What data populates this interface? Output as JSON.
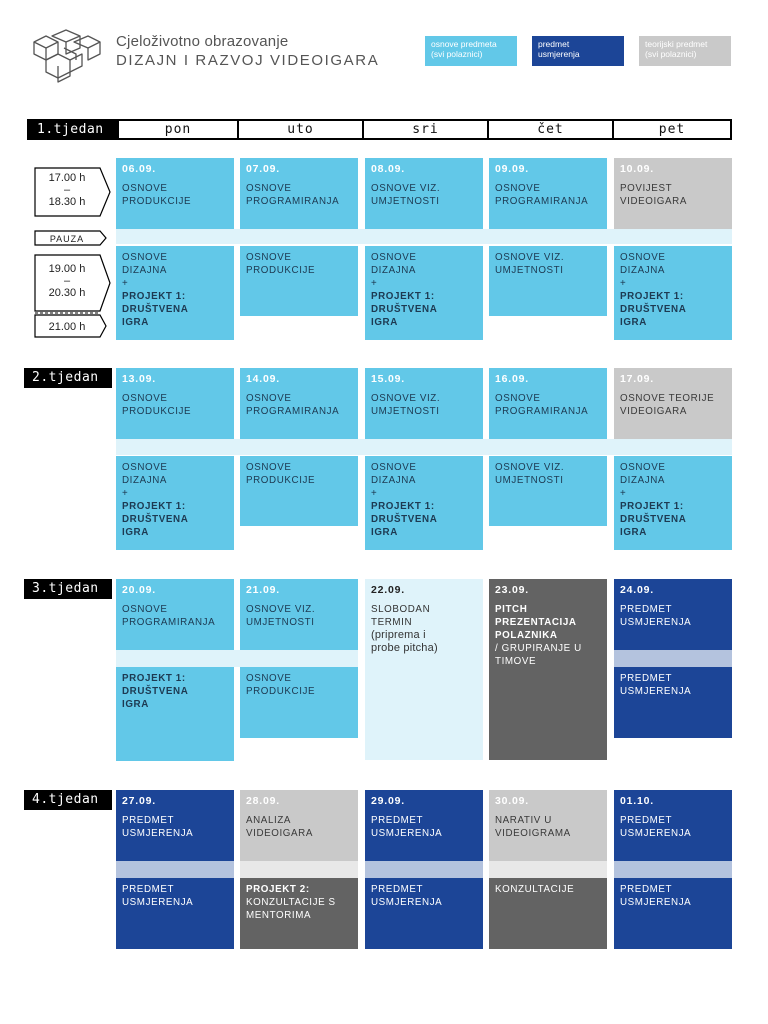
{
  "header": {
    "subtitle": "Cjeloživotno obrazovanje",
    "title": "DIZAJN I RAZVOJ VIDEOIGARA"
  },
  "legend": [
    {
      "main": "osnove predmeta",
      "sub": "(svi polaznici)",
      "color": "#62c8e8"
    },
    {
      "main": "predmet",
      "sub": "usmjerenja",
      "color": "#1c4597"
    },
    {
      "main": "teorijski predmet",
      "sub": "(svi polaznici)",
      "color": "#c9c9c9"
    }
  ],
  "days": [
    "pon",
    "uto",
    "sri",
    "čet",
    "pet"
  ],
  "weeks": [
    "1.tjedan",
    "2.tjedan",
    "3.tjedan",
    "4.tjedan"
  ],
  "times": {
    "slot1_start": "17.00 h",
    "slot1_dash": "–",
    "slot1_end": "18.30 h",
    "pause": "PAUZA",
    "slot2_start": "19.00 h",
    "slot2_dash": "–",
    "slot2_end": "20.30 h",
    "slot2_extra": "21.00 h"
  },
  "w1": {
    "top": [
      {
        "date": "06.09.",
        "l1": "OSNOVE",
        "l2": "PRODUKCIJE"
      },
      {
        "date": "07.09.",
        "l1": "OSNOVE",
        "l2": "PROGRAMIRANJA"
      },
      {
        "date": "08.09.",
        "l1": "OSNOVE VIZ.",
        "l2": "UMJETNOSTI"
      },
      {
        "date": "09.09.",
        "l1": "OSNOVE",
        "l2": "PROGRAMIRANJA"
      },
      {
        "date": "10.09.",
        "l1": "POVIJEST",
        "l2": "VIDEOIGARA"
      }
    ],
    "bottom": [
      {
        "l1": "OSNOVE",
        "l2": "DIZAJNA",
        "l3": "+",
        "b1": "PROJEKT 1:",
        "b2": "DRUŠTVENA",
        "b3": "IGRA"
      },
      {
        "l1": "OSNOVE",
        "l2": "PRODUKCIJE"
      },
      {
        "l1": "OSNOVE",
        "l2": "DIZAJNA",
        "l3": "+",
        "b1": "PROJEKT 1:",
        "b2": "DRUŠTVENA",
        "b3": "IGRA"
      },
      {
        "l1": "OSNOVE VIZ.",
        "l2": "UMJETNOSTI"
      },
      {
        "l1": "OSNOVE",
        "l2": "DIZAJNA",
        "l3": "+",
        "b1": "PROJEKT 1:",
        "b2": "DRUŠTVENA",
        "b3": "IGRA"
      }
    ]
  },
  "w2": {
    "top": [
      {
        "date": "13.09.",
        "l1": "OSNOVE",
        "l2": "PRODUKCIJE"
      },
      {
        "date": "14.09.",
        "l1": "OSNOVE",
        "l2": "PROGRAMIRANJA"
      },
      {
        "date": "15.09.",
        "l1": "OSNOVE VIZ.",
        "l2": "UMJETNOSTI"
      },
      {
        "date": "16.09.",
        "l1": "OSNOVE",
        "l2": "PROGRAMIRANJA"
      },
      {
        "date": "17.09.",
        "l1": "OSNOVE TEORIJE",
        "l2": "VIDEOIGARA"
      }
    ],
    "bottom": [
      {
        "l1": "OSNOVE",
        "l2": "DIZAJNA",
        "l3": "+",
        "b1": "PROJEKT 1:",
        "b2": "DRUŠTVENA",
        "b3": "IGRA"
      },
      {
        "l1": "OSNOVE",
        "l2": "PRODUKCIJE"
      },
      {
        "l1": "OSNOVE",
        "l2": "DIZAJNA",
        "l3": "+",
        "b1": "PROJEKT 1:",
        "b2": "DRUŠTVENA",
        "b3": "IGRA"
      },
      {
        "l1": "OSNOVE VIZ.",
        "l2": "UMJETNOSTI"
      },
      {
        "l1": "OSNOVE",
        "l2": "DIZAJNA",
        "l3": "+",
        "b1": "PROJEKT 1:",
        "b2": "DRUŠTVENA",
        "b3": "IGRA"
      }
    ]
  },
  "w3": {
    "top": [
      {
        "date": "20.09.",
        "l1": "OSNOVE",
        "l2": "PROGRAMIRANJA"
      },
      {
        "date": "21.09.",
        "l1": "OSNOVE VIZ.",
        "l2": "UMJETNOSTI"
      },
      {
        "date": "22.09.",
        "l1": "SLOBODAN",
        "l2": "TERMIN",
        "l3": "(priprema i",
        "l4": "probe pitcha)"
      },
      {
        "date": "23.09.",
        "b1": "PITCH",
        "b2": "PREZENTACIJA",
        "b3": "POLAZNIKA",
        "l1": "/ GRUPIRANJE U",
        "l2": "TIMOVE"
      },
      {
        "date": "24.09.",
        "l1": "PREDMET",
        "l2": "USMJERENJA"
      }
    ],
    "bottom": [
      {
        "b1": "PROJEKT 1:",
        "b2": "DRUŠTVENA",
        "b3": "IGRA"
      },
      {
        "l1": "OSNOVE",
        "l2": "PRODUKCIJE"
      },
      {},
      {},
      {
        "l1": "PREDMET",
        "l2": "USMJERENJA"
      }
    ]
  },
  "w4": {
    "top": [
      {
        "date": "27.09.",
        "l1": "PREDMET",
        "l2": "USMJERENJA"
      },
      {
        "date": "28.09.",
        "l1": "ANALIZA",
        "l2": "VIDEOIGARA"
      },
      {
        "date": "29.09.",
        "l1": "PREDMET",
        "l2": "USMJERENJA"
      },
      {
        "date": "30.09.",
        "l1": "NARATIV U",
        "l2": "VIDEOIGRAMA"
      },
      {
        "date": "01.10.",
        "l1": "PREDMET",
        "l2": "USMJERENJA"
      }
    ],
    "bottom": [
      {
        "l1": "PREDMET",
        "l2": "USMJERENJA"
      },
      {
        "b1": "PROJEKT 2:",
        "l1": "KONZULTACIJE S",
        "l2": "MENTORIMA"
      },
      {
        "l1": "PREDMET",
        "l2": "USMJERENJA"
      },
      {
        "l1": "KONZULTACIJE"
      },
      {
        "l1": "PREDMET",
        "l2": "USMJERENJA"
      }
    ]
  }
}
